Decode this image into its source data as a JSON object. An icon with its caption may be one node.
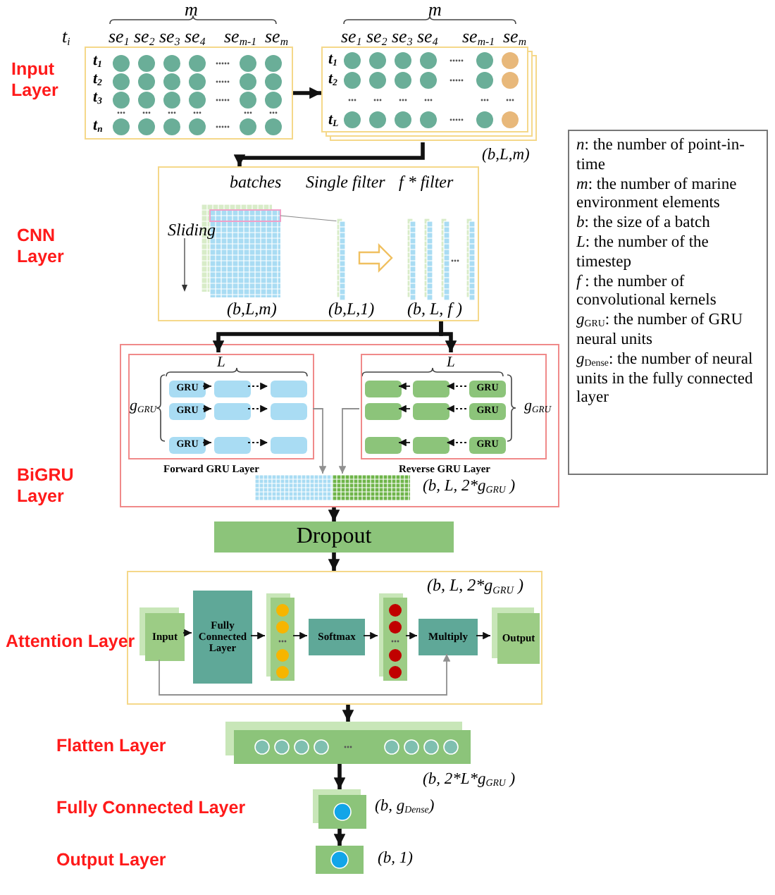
{
  "diagram": {
    "nodes": [
      {
        "text": [
          "t$_{1}$",
          "t$_{2}$",
          "t$_{3}$",
          "t$_{n}$"
        ]
      },
      {
        "text": [
          "t$_{1}$",
          "t$_{2}$",
          "t$_{L}$"
        ],
        "beside": [
          "(b,L,m)"
        ]
      },
      {
        "text": [
          "batches",
          "(b,L,m)",
          "Sliding",
          "Single filter",
          "(b,L,1)",
          "f * filter",
          "(b, L, f )"
        ]
      },
      {
        "text": [],
        "shape": "box"
      },
      {
        "text": [
          "L",
          "g$_{GRU}$",
          "Forward GRU Layer"
        ],
        "in": 3
      },
      {
        "text": [
          "GRU"
        ],
        "in": 4
      },
      {
        "text": [],
        "shape": "box",
        "in": 4
      },
      {
        "text": [],
        "shape": "box",
        "in": 4
      },
      {
        "text": [
          "GRU"
        ],
        "in": 4
      },
      {
        "text": [],
        "shape": "box",
        "in": 4
      },
      {
        "text": [],
        "shape": "box",
        "in": 4
      },
      {
        "text": [
          "GRU"
        ],
        "in": 4
      },
      {
        "text": [],
        "shape": "box",
        "in": 4
      },
      {
        "text": [],
        "shape": "box",
        "in": 4
      },
      {
        "text": [
          "L",
          "g$_{GRU}$",
          "Reverse GRU Layer"
        ],
        "in": 3
      },
      {
        "text": [],
        "shape": "box",
        "in": 14
      },
      {
        "text": [],
        "shape": "box",
        "in": 14
      },
      {
        "text": [
          "GRU"
        ],
        "in": 14
      },
      {
        "text": [],
        "shape": "box",
        "in": 14
      },
      {
        "text": [],
        "shape": "box",
        "in": 14
      },
      {
        "text": [
          "GRU"
        ],
        "in": 14
      },
      {
        "text": [],
        "shape": "box",
        "in": 14
      },
      {
        "text": [],
        "shape": "box",
        "in": 14
      },
      {
        "text": [
          "GRU"
        ],
        "in": 14
      },
      {
        "text": [],
        "shape": "box",
        "in": 3,
        "beside": [
          "(b, L, 2*g$_{GRU}$ )"
        ]
      },
      {
        "text": [
          "Dropout"
        ]
      },
      {
        "text": [
          "(b, L, 2*g$_{GRU}$ )"
        ]
      },
      {
        "text": [
          "Input"
        ],
        "in": 26
      },
      {
        "text": [
          "Fully Connected Layer"
        ],
        "in": 26
      },
      {
        "text": [],
        "shape": "box",
        "in": 26
      },
      {
        "text": [
          "Softmax"
        ],
        "in": 26
      },
      {
        "text": [],
        "shape": "box",
        "in": 26
      },
      {
        "text": [
          "Multiply"
        ],
        "in": 26
      },
      {
        "text": [
          "Output"
        ],
        "in": 26
      },
      {
        "text": [],
        "shape": "box",
        "beside": [
          "(b, 2*L*g$_{GRU}$ )"
        ]
      },
      {
        "text": [],
        "shape": "box",
        "beside": [
          "(b, g$_{Dense}$)"
        ]
      },
      {
        "text": [],
        "shape": "box",
        "beside": [
          "(b, 1)"
        ]
      },
      {
        "text": [
          "*n*: the number of point-in-time",
          "*m*: the number of marine environment elements",
          "*b*: the size of a batch",
          "*L*: the number of the timestep",
          "*f* : the number of convolutional kernels",
          "*g*$_{GRU}$: the number of GRU neural units",
          "*g*$_{Dense}$: the number of neural units in the fully connected layer"
        ]
      }
    ],
    "edges": [
      {
        "from": 0,
        "to": 1,
        "arrow": "to",
        "style": "thick"
      },
      {
        "from": 1,
        "to": 2,
        "arrow": "to",
        "style": "thick"
      },
      {
        "from": 2,
        "to": 4,
        "arrow": "to",
        "style": "thick"
      },
      {
        "from": 2,
        "to": 14,
        "arrow": "to",
        "style": "thick"
      },
      {
        "from": 5,
        "to": 6,
        "arrow": "to"
      },
      {
        "from": 6,
        "to": 7,
        "arrow": "to",
        "style": "dashed"
      },
      {
        "from": 8,
        "to": 9,
        "arrow": "to"
      },
      {
        "from": 9,
        "to": 10,
        "arrow": "to",
        "style": "dashed"
      },
      {
        "from": 11,
        "to": 12,
        "arrow": "to"
      },
      {
        "from": 12,
        "to": 13,
        "arrow": "to",
        "style": "dashed"
      },
      {
        "from": 16,
        "to": 15,
        "arrow": "to"
      },
      {
        "from": 17,
        "to": 16,
        "arrow": "to",
        "style": "dashed"
      },
      {
        "from": 19,
        "to": 18,
        "arrow": "to"
      },
      {
        "from": 20,
        "to": 19,
        "arrow": "to",
        "style": "dashed"
      },
      {
        "from": 22,
        "to": 21,
        "arrow": "to"
      },
      {
        "from": 23,
        "to": 22,
        "arrow": "to",
        "style": "dashed"
      },
      {
        "from": 4,
        "to": 24,
        "arrow": "to",
        "color": "#909090"
      },
      {
        "from": 14,
        "to": 24,
        "arrow": "to",
        "color": "#909090"
      },
      {
        "from": 3,
        "to": 25,
        "arrow": "to",
        "style": "thick"
      },
      {
        "from": 25,
        "to": 26,
        "arrow": "to",
        "style": "thick"
      },
      {
        "from": 27,
        "to": 28,
        "arrow": "to"
      },
      {
        "from": 28,
        "to": 29,
        "arrow": "to"
      },
      {
        "from": 29,
        "to": 30,
        "arrow": "to"
      },
      {
        "from": 30,
        "to": 31,
        "arrow": "to"
      },
      {
        "from": 31,
        "to": 32,
        "arrow": "to"
      },
      {
        "from": 32,
        "to": 33,
        "arrow": "to"
      },
      {
        "from": 27,
        "to": 32,
        "arrow": "to",
        "color": "#909090"
      },
      {
        "from": 26,
        "to": 34,
        "arrow": "to",
        "style": "thick"
      },
      {
        "from": 34,
        "to": 35,
        "arrow": "to",
        "style": "thick"
      },
      {
        "from": 35,
        "to": 36,
        "arrow": "to",
        "style": "thick"
      }
    ],
    "labels": [
      "m",
      "t$_{i}$",
      "se$_{1}$",
      "se$_{2}$",
      "se$_{3}$",
      "se$_{4}$",
      "se$_{m-1}$",
      "se$_{m}$",
      "Input Layer",
      "m",
      "se$_{1}$",
      "se$_{2}$",
      "se$_{3}$",
      "se$_{4}$",
      "se$_{m-1}$",
      "se$_{m}$",
      "CNN Layer",
      "BiGRU Layer",
      "Attention Layer",
      "Flatten Layer",
      "Fully Connected Layer",
      "Output Layer"
    ]
  }
}
